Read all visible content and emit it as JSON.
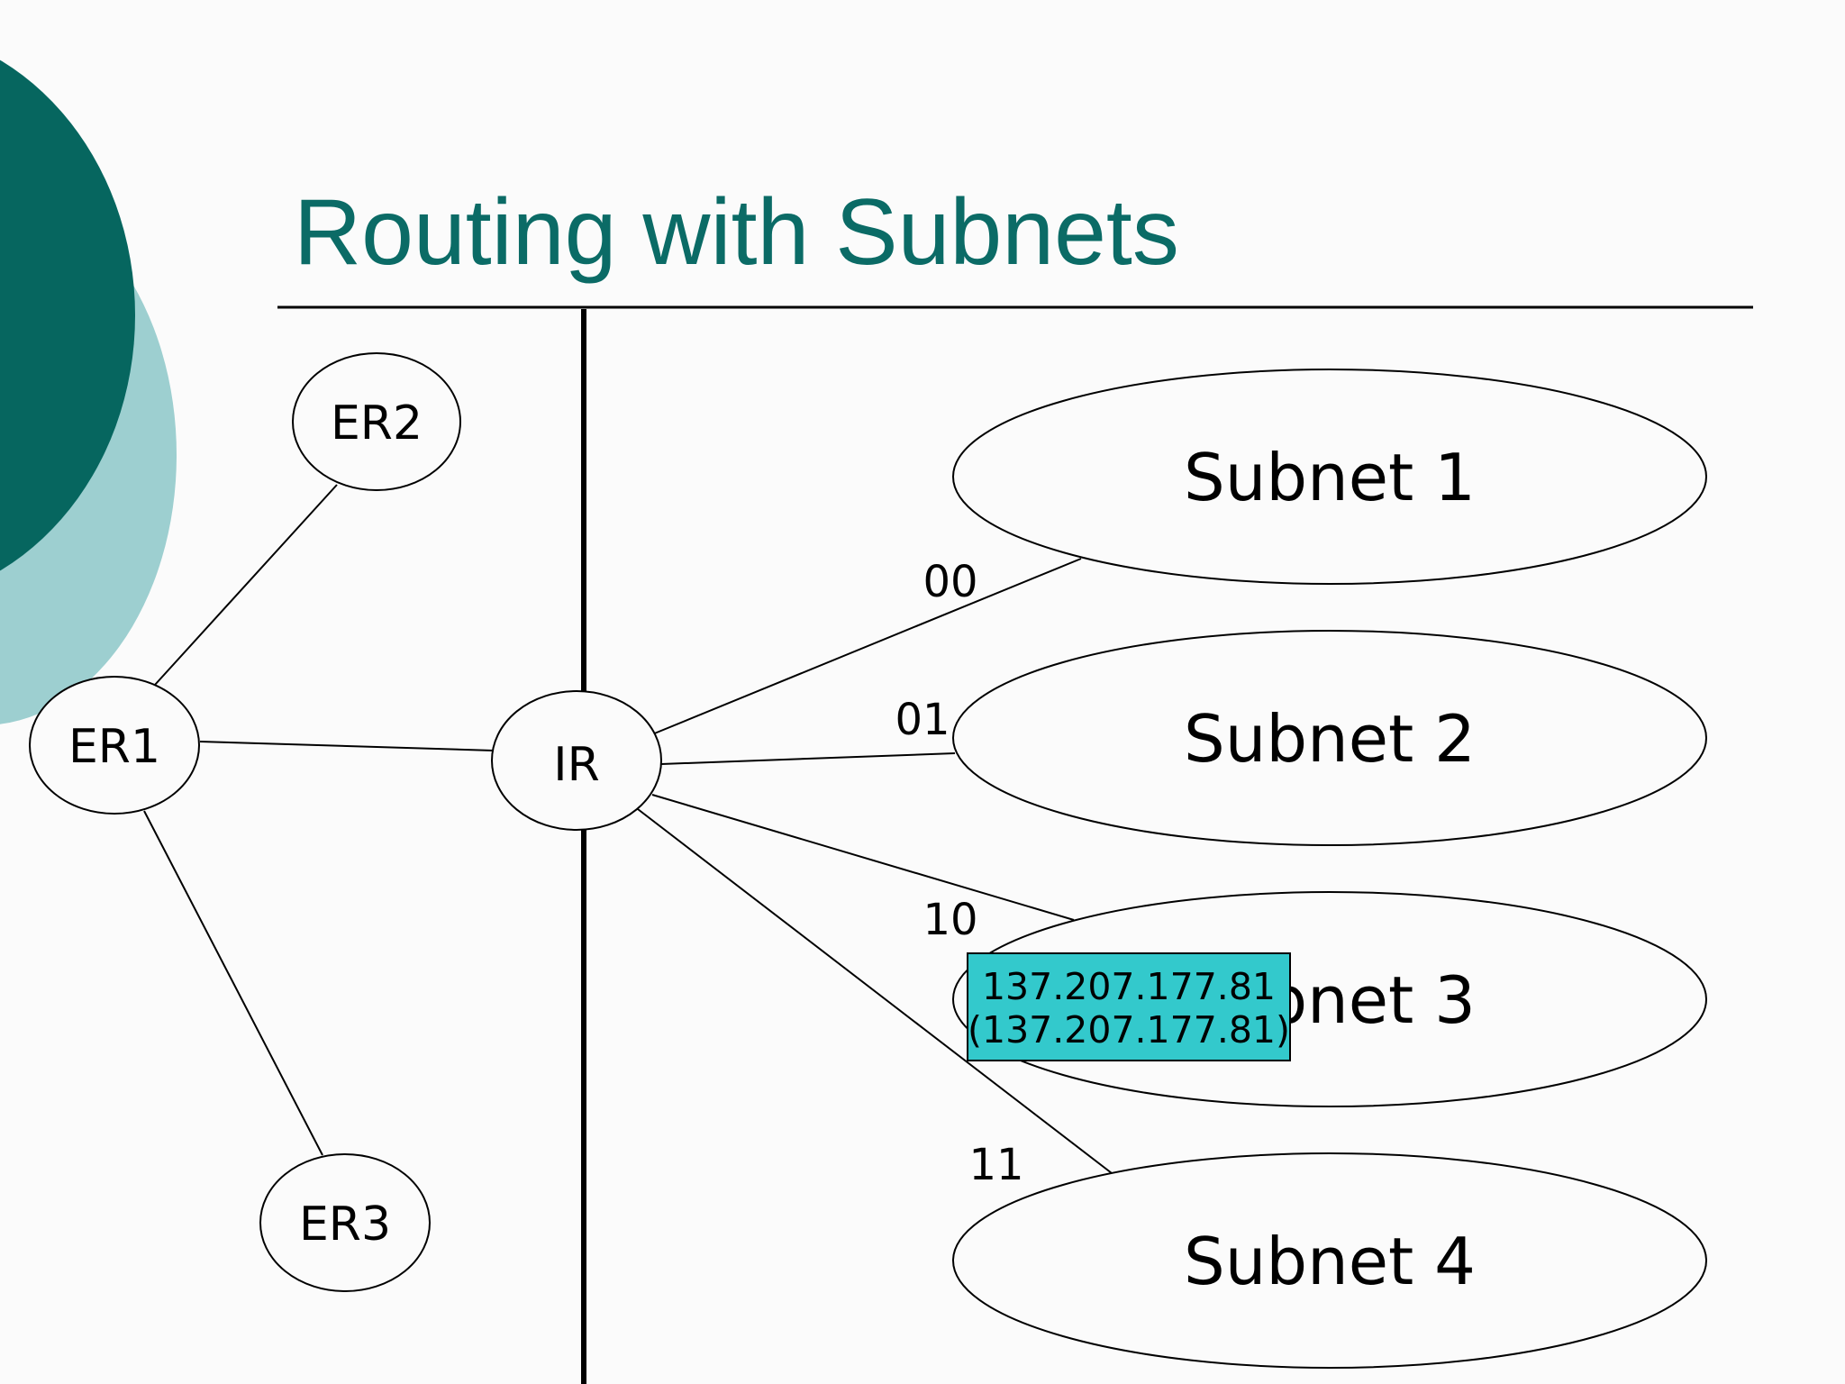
{
  "slide": {
    "title": "Routing with Subnets"
  },
  "colors": {
    "background": "#fbfbfb",
    "title": "#0b6b66",
    "decor_dark": "#06665f",
    "decor_light": "#9dcfd0",
    "highlight": "#33c9cc",
    "line": "#000000"
  },
  "nodes": {
    "er1": "ER1",
    "er2": "ER2",
    "er3": "ER3",
    "ir": "IR"
  },
  "subnets": {
    "s1": "Subnet 1",
    "s2": "Subnet 2",
    "s3": "Subnet 3",
    "s4": "Subnet 4"
  },
  "edge_labels": {
    "s1": "00",
    "s2": "01",
    "s3": "10",
    "s4": "11"
  },
  "address_tag": {
    "line1": "137.207.177.81",
    "line2": "(137.207.177.81)"
  }
}
